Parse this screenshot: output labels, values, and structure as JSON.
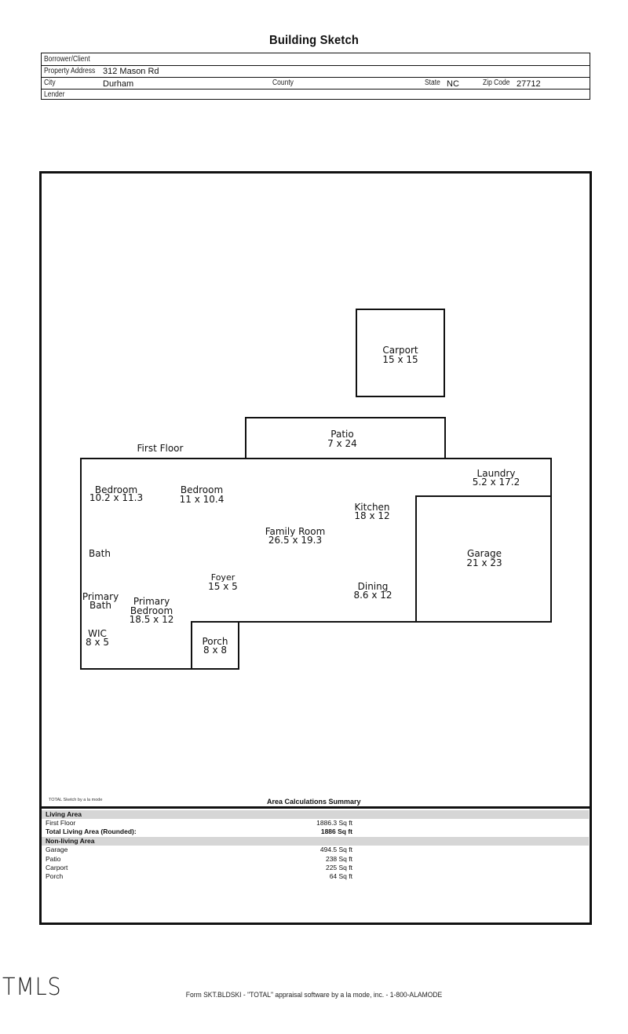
{
  "document": {
    "title": "Building Sketch"
  },
  "header": {
    "borrower_label": "Borrower/Client",
    "borrower_value": "",
    "address_label": "Property Address",
    "address_value": "312 Mason Rd",
    "city_label": "City",
    "city_value": "Durham",
    "county_label": "County",
    "county_value": "",
    "state_label": "State",
    "state_value": "NC",
    "zip_label": "Zip Code",
    "zip_value": "27712",
    "lender_label": "Lender",
    "lender_value": ""
  },
  "sketch": {
    "floor_label": "First Floor",
    "rooms": {
      "carport": {
        "name": "Carport",
        "dims": "15 x 15"
      },
      "patio": {
        "name": "Patio",
        "dims": "7 x 24"
      },
      "bedroom1": {
        "name": "Bedroom",
        "dims": "10.2 x 11.3"
      },
      "bedroom2": {
        "name": "Bedroom",
        "dims": "11 x 10.4"
      },
      "laundry": {
        "name": "Laundry",
        "dims": "5.2 x 17.2"
      },
      "kitchen": {
        "name": "Kitchen",
        "dims": "18 x 12"
      },
      "family_room": {
        "name": "Family Room",
        "dims": "26.5 x 19.3"
      },
      "bath": {
        "name": "Bath"
      },
      "garage": {
        "name": "Garage",
        "dims": "21 x 23"
      },
      "foyer": {
        "name": "Foyer",
        "dims": "15 x 5"
      },
      "primary_bath": {
        "name_line1": "Primary",
        "name_line2": "Bath"
      },
      "primary_bedroom": {
        "name_line1": "Primary",
        "name_line2": "Bedroom",
        "dims": "18.5 x 12"
      },
      "dining": {
        "name": "Dining",
        "dims": "8.6 x 12"
      },
      "wic": {
        "name": "WIC",
        "dims": "8 x 5"
      },
      "porch": {
        "name": "Porch",
        "dims": "8 x 8"
      }
    }
  },
  "summary": {
    "credit": "TOTAL Sketch by a la mode",
    "title": "Area Calculations Summary",
    "living_header": "Living Area",
    "living_rows": [
      {
        "label": "First Floor",
        "value": "1886.3 Sq ft"
      }
    ],
    "total_label": "Total Living Area (Rounded):",
    "total_value": "1886 Sq ft",
    "nonliving_header": "Non-living Area",
    "nonliving_rows": [
      {
        "label": "Garage",
        "value": "494.5 Sq ft"
      },
      {
        "label": "Patio",
        "value": "238 Sq ft"
      },
      {
        "label": "Carport",
        "value": "225 Sq ft"
      },
      {
        "label": "Porch",
        "value": "64 Sq ft"
      }
    ]
  },
  "footer": {
    "logo": "TMLS",
    "form_note": "Form SKT.BLDSKI - \"TOTAL\" appraisal software by a la mode, inc. - 1-800-ALAMODE"
  }
}
